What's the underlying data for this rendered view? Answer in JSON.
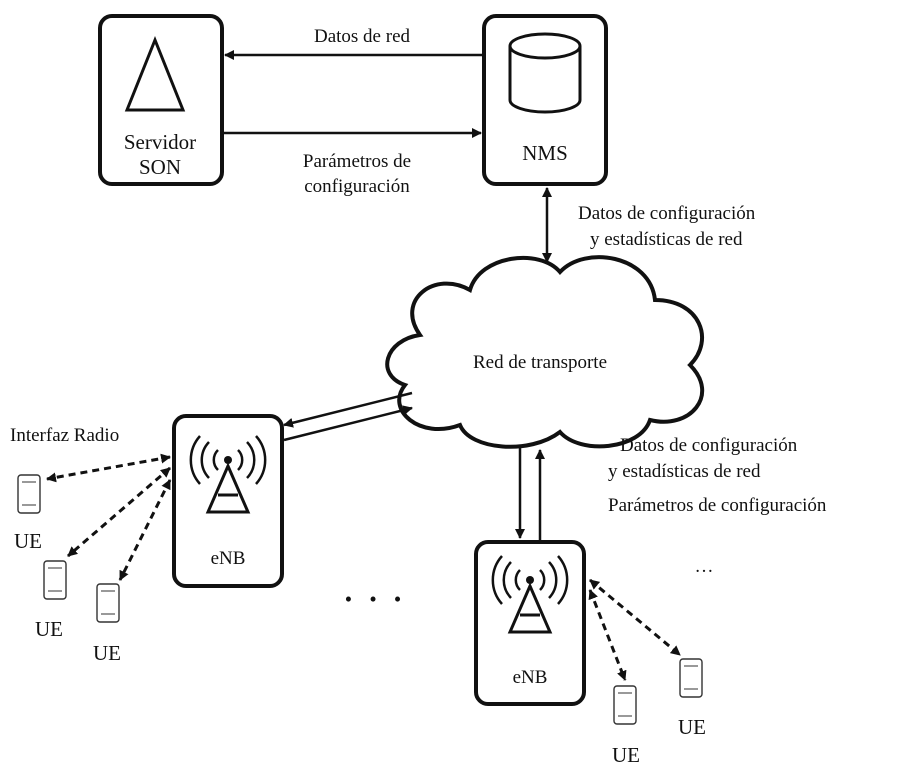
{
  "nodes": {
    "son_server": {
      "label_line1": "Servidor",
      "label_line2": "SON",
      "icon": "triangle-icon"
    },
    "nms": {
      "label": "NMS",
      "icon": "database-icon"
    },
    "transport": {
      "label": "Red de transporte",
      "icon": "cloud-icon"
    },
    "enb_left": {
      "label": "eNB",
      "icon": "antenna-tower-icon"
    },
    "enb_right": {
      "label": "eNB",
      "icon": "antenna-tower-icon"
    }
  },
  "edges": {
    "nms_to_son": "Datos de red",
    "son_to_nms_line1": "Parámetros de",
    "son_to_nms_line2": "configuración",
    "nms_transport_line1": "Datos de configuración",
    "nms_transport_line2": "y estadísticas de red",
    "enb_transport_line1": "Datos de configuración",
    "enb_transport_line2": "y estadísticas de red",
    "enb_transport_line3": "Parámetros de configuración"
  },
  "radio": {
    "interface_label": "Interfaz Radio",
    "ue_label": "UE",
    "ellipsis_dots": "• • •",
    "ellipsis_small": "…"
  }
}
